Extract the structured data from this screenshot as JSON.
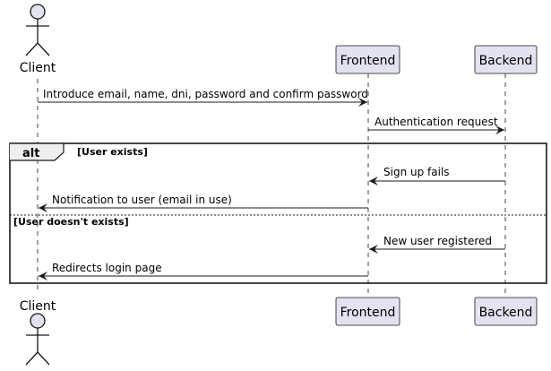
{
  "participants": {
    "client": "Client",
    "frontend": "Frontend",
    "backend": "Backend"
  },
  "messages": {
    "m1": "Introduce email, name, dni, password and confirm password",
    "m2": "Authentication request",
    "m3": "Sign up fails",
    "m4": "Notification to user (email in use)",
    "m5": "New user registered",
    "m6": "Redirects login page"
  },
  "alt_fragment": {
    "keyword": "alt",
    "guard_1": "[User exists]",
    "guard_2": "[User doesn't exists]"
  },
  "colors": {
    "participant_fill": "#E2E2F0",
    "participant_border": "#181818",
    "lifeline": "#181818",
    "line": "#181818"
  }
}
